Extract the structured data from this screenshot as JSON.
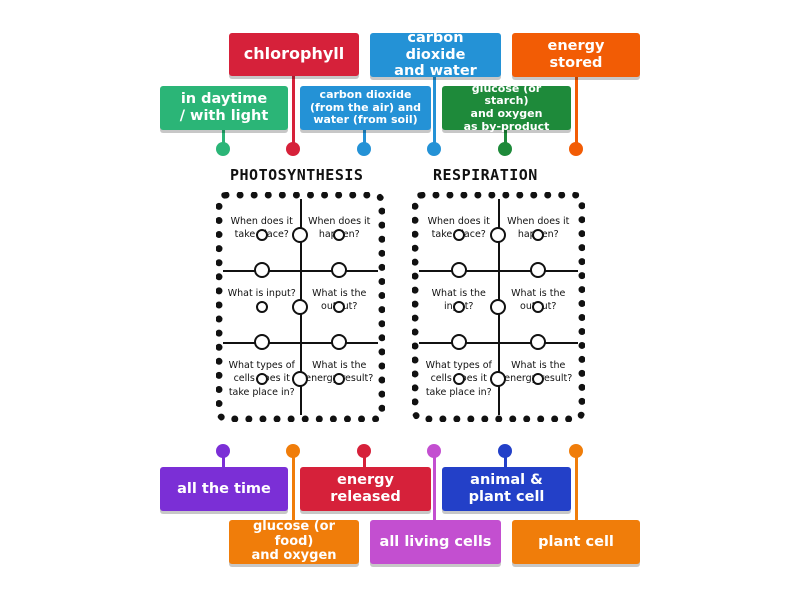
{
  "worksheet": {
    "photosynthesis_title": "PHOTOSYNTHESIS",
    "respiration_title": "RESPIRATION",
    "photosynthesis": [
      {
        "label": "When does it take place?"
      },
      {
        "label": "When does it happen?"
      },
      {
        "label": "What is input?"
      },
      {
        "label": "What is the output?"
      },
      {
        "label": "What types of cells does it take place in?"
      },
      {
        "label": "What is the energy result?"
      }
    ],
    "respiration": [
      {
        "label": "When does it take place?"
      },
      {
        "label": "When does it happen?"
      },
      {
        "label": "What is the input?"
      },
      {
        "label": "What is the output?"
      },
      {
        "label": "What types of cells does it take place in?"
      },
      {
        "label": "What is the energy result?"
      }
    ]
  },
  "labels": {
    "chlorophyll": {
      "text": "chlorophyll",
      "color": "#d6213a"
    },
    "co2_water": {
      "text": "carbon dioxide\nand water",
      "color": "#2492d6"
    },
    "energy_stored": {
      "text": "energy\nstored",
      "color": "#f25c05"
    },
    "daytime": {
      "text": "in daytime\n/ with light",
      "color": "#2bb577"
    },
    "co2_air_water_soil": {
      "text": "carbon dioxide\n(from the air) and\nwater (from soil)",
      "color": "#2492d6"
    },
    "glucose_oxygen_byproduct": {
      "text": "glucose (or starch)\nand oxygen\nas by-product",
      "color": "#1e8a3a"
    },
    "all_the_time": {
      "text": "all the time",
      "color": "#7b2fd6"
    },
    "glucose_food_oxygen": {
      "text": "glucose (or food)\nand oxygen",
      "color": "#f07d0a"
    },
    "energy_released": {
      "text": "energy\nreleased",
      "color": "#d6213a"
    },
    "all_living_cells": {
      "text": "all living cells",
      "color": "#c34fd0"
    },
    "animal_plant_cell": {
      "text": "animal &\nplant cell",
      "color": "#2340c8"
    },
    "plant_cell": {
      "text": "plant cell",
      "color": "#f07d0a"
    }
  },
  "pins": {
    "top": [
      {
        "color": "#2bb577"
      },
      {
        "color": "#d6213a"
      },
      {
        "color": "#2492d6"
      },
      {
        "color": "#2492d6"
      },
      {
        "color": "#1e8a3a"
      },
      {
        "color": "#f25c05"
      }
    ],
    "bottom": [
      {
        "color": "#7b2fd6"
      },
      {
        "color": "#f07d0a"
      },
      {
        "color": "#d6213a"
      },
      {
        "color": "#c34fd0"
      },
      {
        "color": "#2340c8"
      },
      {
        "color": "#f07d0a"
      }
    ]
  }
}
